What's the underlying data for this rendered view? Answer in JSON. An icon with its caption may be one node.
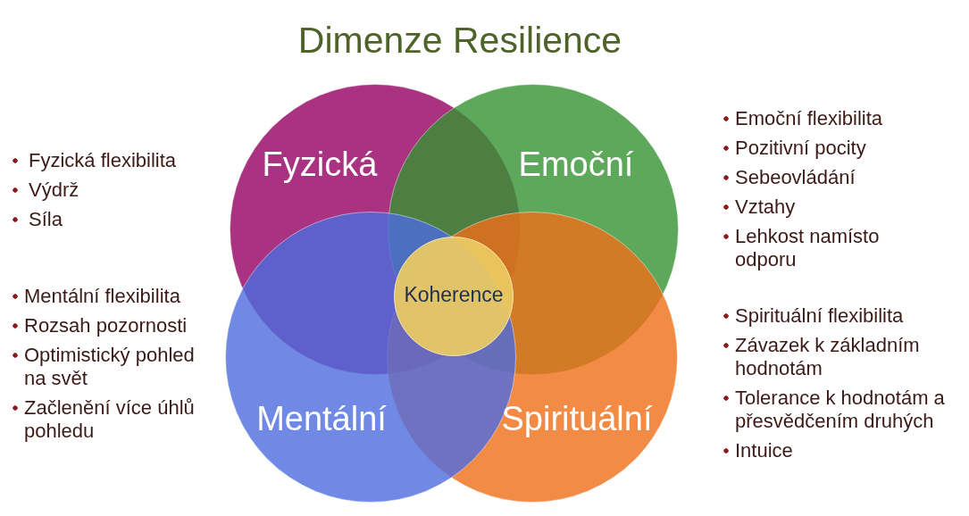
{
  "diagram": {
    "title": "Dimenze Resilience",
    "nodes": [
      {
        "text": [
          "Fyzická"
        ],
        "beside": [
          "Fyzická flexibilita",
          "Výdrž",
          "Síla"
        ]
      },
      {
        "text": [
          "Emoční"
        ],
        "beside": [
          "Emoční flexibilita",
          "Pozitivní pocity",
          "Sebeovládání",
          "Vztahy",
          "Lehkost namísto odporu"
        ]
      },
      {
        "text": [
          "Koherence"
        ]
      },
      {
        "text": [
          "Mentální"
        ],
        "beside": [
          "Mentální flexibilita",
          "Rozsah pozornosti",
          "Optimistický pohled na svět",
          "Začlenění více úhlů pohledu"
        ]
      },
      {
        "text": [
          "Spirituální"
        ],
        "beside": [
          "Spirituální flexibilita",
          "Závazek k základním hodnotám",
          "Tolerance k hodnotám a přesvědčením druhých",
          "Intuice"
        ]
      }
    ]
  }
}
